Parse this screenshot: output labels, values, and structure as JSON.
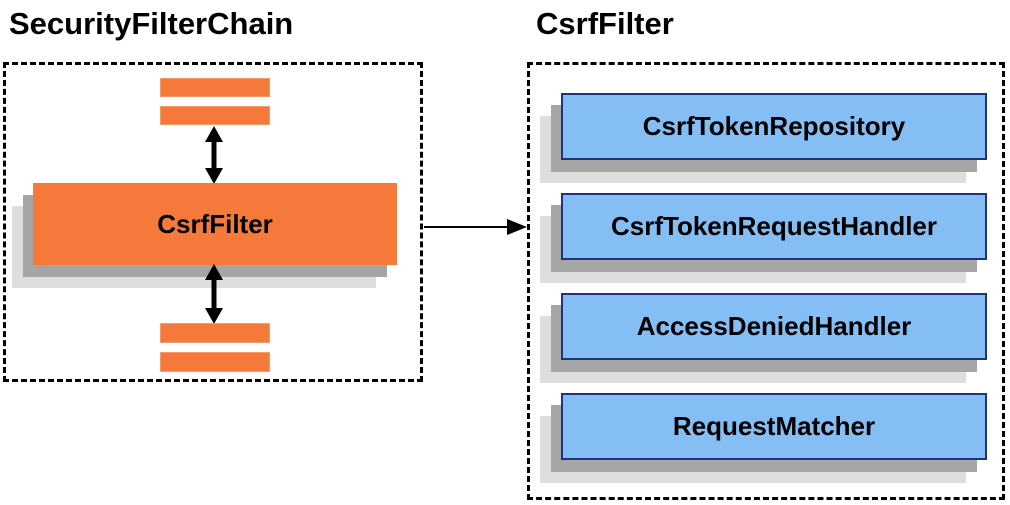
{
  "left": {
    "title": "SecurityFilterChain",
    "center_box_label": "CsrfFilter"
  },
  "right": {
    "title": "CsrfFilter",
    "components": [
      "CsrfTokenRepository",
      "CsrfTokenRequestHandler",
      "AccessDeniedHandler",
      "RequestMatcher"
    ]
  },
  "colors": {
    "orange": "#F4793B",
    "blue_fill": "#85BEF4",
    "blue_border": "#1F3280",
    "shadow_dark": "#A5A5A5",
    "shadow_light": "#DEDEDE",
    "ink": "#000000"
  }
}
